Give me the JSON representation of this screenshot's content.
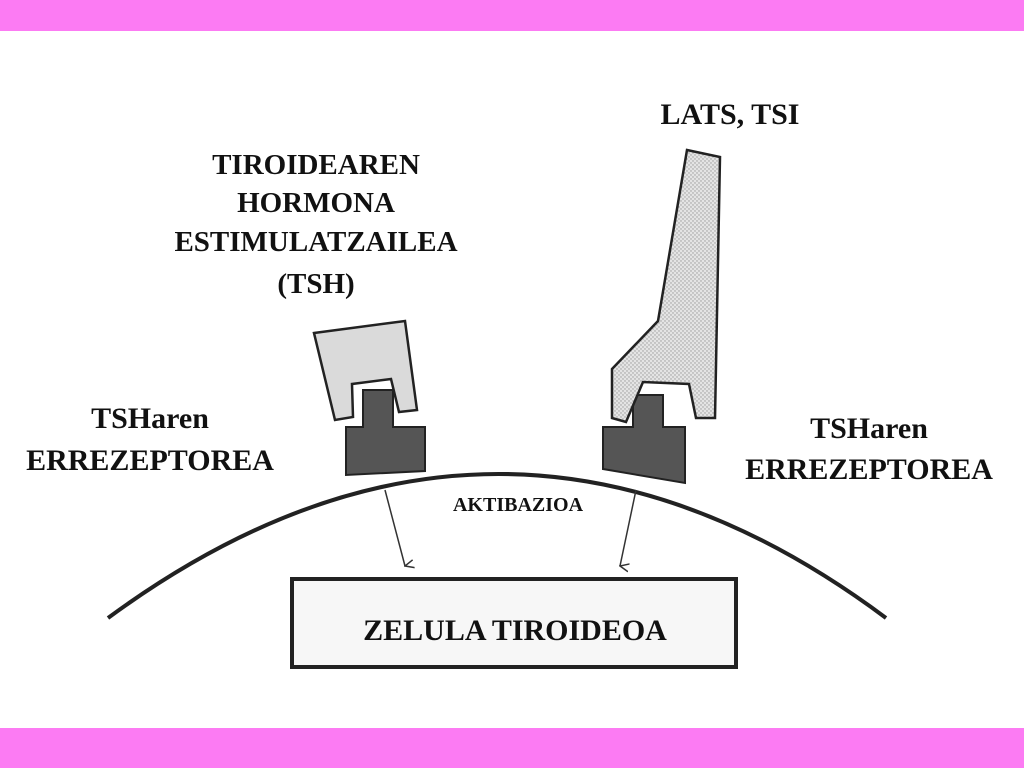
{
  "colors": {
    "band": "#fc7bf3",
    "outline": "#222222",
    "receptor_fill": "#555555",
    "hormone_fill": "#dadada",
    "antibody_fill": "#d4d4d4",
    "box_fill": "#f7f7f7"
  },
  "labels": {
    "tsh_lines": [
      "TIROIDEAREN",
      "HORMONA",
      "ESTIMULATZAILEA",
      "(TSH)"
    ],
    "lats": "LATS, TSI",
    "receptor_left": [
      "TSHaren",
      "ERREZEPTOREA"
    ],
    "receptor_right": [
      "TSHaren",
      "ERREZEPTOREA"
    ],
    "activation": "AKTIBAZIOA",
    "cell": "ZELULA TIROIDEOA"
  }
}
